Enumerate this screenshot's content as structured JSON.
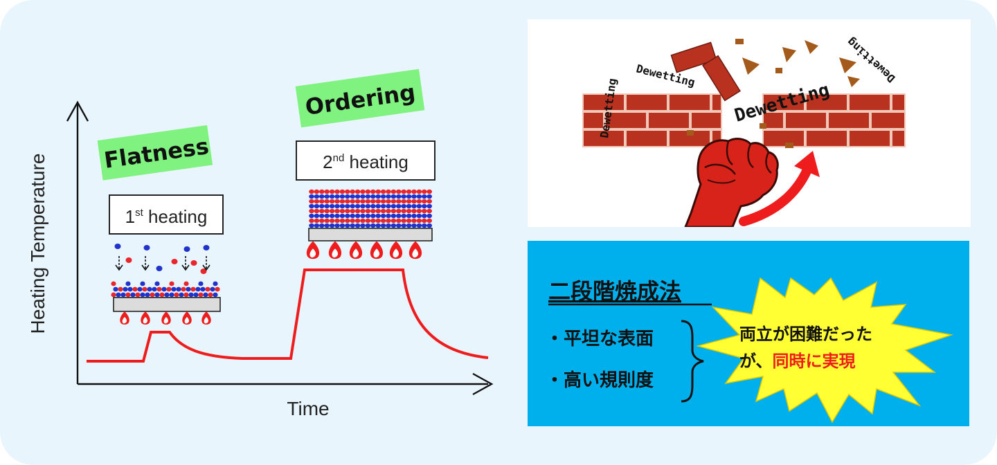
{
  "diagram": {
    "y_axis_label": "Heating Temperature",
    "x_axis_label": "Time",
    "badge_flatness": "Flatness",
    "badge_ordering": "Ordering",
    "heating1": {
      "num": "1",
      "sup": "st",
      "rest": " heating"
    },
    "heating2": {
      "num": "2",
      "sup": "nd",
      "rest": " heating"
    }
  },
  "bricks": {
    "dewetting_labels": [
      "Dewetting",
      "Dewetting",
      "Dewetting",
      "Dewetting"
    ]
  },
  "summary": {
    "title": "二段階焼成法",
    "items": [
      "・平坦な表面",
      "・高い規則度"
    ],
    "burst_line1": "両立が困難だった",
    "burst_line2_black": "が、",
    "burst_line2_red": "同時に実現"
  },
  "colors": {
    "curve": "#ee1c1c",
    "badge_green": "#7ff27f",
    "panel_blue": "#00b0ec",
    "burst_yellow": "#ffff33",
    "brick": "#b8321f"
  }
}
